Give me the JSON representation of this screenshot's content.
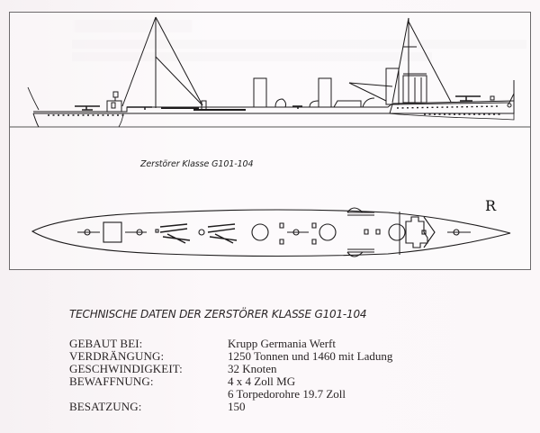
{
  "figure": {
    "caption": "Zerstörer Klasse G101-104",
    "signature": "R",
    "views": [
      "side-profile",
      "top-plan"
    ]
  },
  "specs": {
    "title": "TECHNISCHE DATEN DER ZERSTÖRER KLASSE G101-104",
    "rows": [
      {
        "label": "GEBAUT BEI:",
        "values": [
          "Krupp Germania Werft"
        ]
      },
      {
        "label": "VERDRÄNGUNG:",
        "values": [
          "1250 Tonnen und 1460 mit Ladung"
        ]
      },
      {
        "label": "GESCHWINDIGKEIT:",
        "values": [
          "32 Knoten"
        ]
      },
      {
        "label": "BEWAFFNUNG:",
        "values": [
          "4 x 4 Zoll MG",
          "6 Torpedorohre 19.7 Zoll"
        ]
      },
      {
        "label": "BESATZUNG:",
        "values": [
          "150"
        ]
      }
    ]
  },
  "colors": {
    "page": "#fbf6f8",
    "ink": "#2a2526",
    "box_border": "#6d6a6c"
  }
}
